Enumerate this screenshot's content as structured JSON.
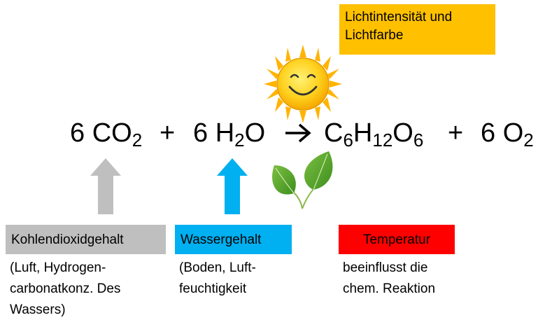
{
  "light_label": [
    "Lichtintensität und",
    "Lichtfarbe"
  ],
  "equation": {
    "co2": {
      "coef": "6 CO",
      "sub": "2"
    },
    "plus1": "+",
    "h2o": {
      "coef": "6 H",
      "sub": "2",
      "tail": "O"
    },
    "glucose": {
      "c": "C",
      "c_sub": "6",
      "h": "H",
      "h_sub": "12",
      "o": "O",
      "o_sub": "6"
    },
    "plus2": "+",
    "o2": {
      "coef": "6 O",
      "sub": "2"
    }
  },
  "factors": {
    "co2": {
      "label": "Kohlendioxidgehalt",
      "note": [
        "(Luft, Hydrogen-",
        "carbonatkonz. Des",
        "Wassers)"
      ],
      "color": "#BFBFBF"
    },
    "water": {
      "label": "Wassergehalt",
      "note": [
        "(Boden, Luft-",
        "feuchtigkeit"
      ],
      "color": "#00B0F0"
    },
    "temperature": {
      "label": "Temperatur",
      "note": [
        "beeinflusst die",
        "chem. Reaktion"
      ],
      "color": "#FF0000"
    }
  },
  "light_color": "#FFC000",
  "icons": [
    "sun-icon",
    "leaves-icon",
    "reaction-arrow-icon",
    "up-arrow-icon"
  ]
}
